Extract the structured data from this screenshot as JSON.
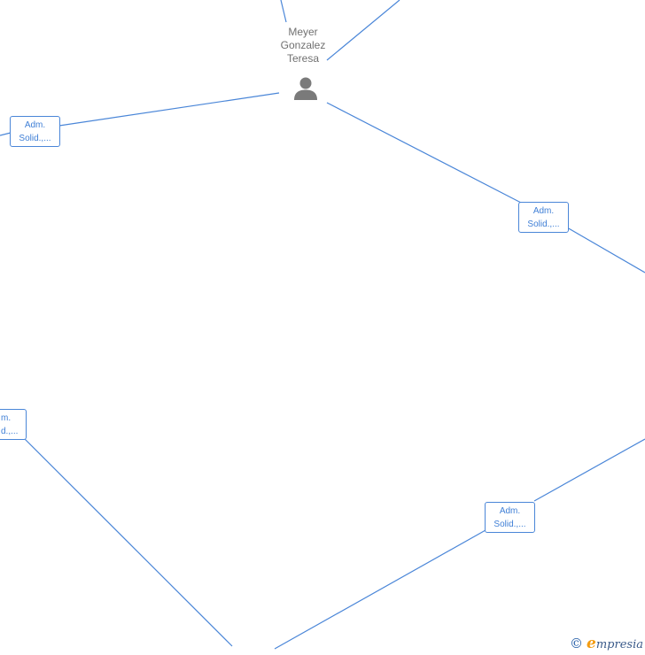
{
  "person": {
    "name_lines": [
      "Meyer",
      "Gonzalez",
      "Teresa"
    ],
    "icon": "person-icon"
  },
  "edges": [
    {
      "label_line1": "Adm.",
      "label_line2": "Solid.,..."
    },
    {
      "label_line1": "Adm.",
      "label_line2": "Solid.,..."
    },
    {
      "label_line1": "m.",
      "label_line2": "d.,..."
    },
    {
      "label_line1": "Adm.",
      "label_line2": "Solid.,..."
    }
  ],
  "footer": {
    "copyright_symbol": "©",
    "brand_initial": "e",
    "brand_rest": "mpresia"
  },
  "colors": {
    "line": "#4a86d8",
    "box_text": "#3f7fd6",
    "person_text": "#707070",
    "person_icon": "#7a7a7a"
  }
}
